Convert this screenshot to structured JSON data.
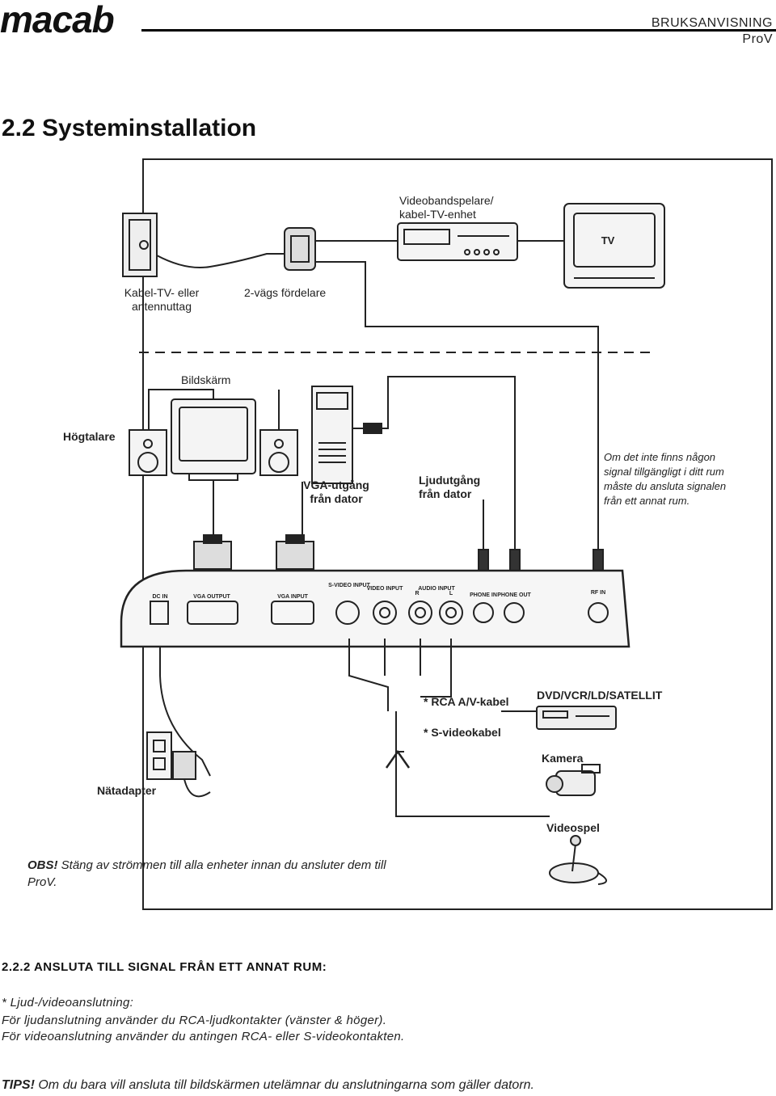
{
  "header": {
    "logo": "macab",
    "doc_type": "BRUKSANVISNING",
    "product": "ProV"
  },
  "page_title": "2.2 Systeminstallation",
  "diagram": {
    "labels": {
      "wall_outlet": [
        "Kabel-TV- eller",
        "antennuttag"
      ],
      "splitter": "2-vägs fördelare",
      "vcr": [
        "Videobandspelare/",
        "kabel-TV-enhet"
      ],
      "tv": "TV",
      "monitor": "Bildskärm",
      "speakers": "Högtalare",
      "vga_out": [
        "VGA-utgång",
        "från dator"
      ],
      "audio_out": [
        "Ljudutgång",
        "från dator"
      ],
      "rca_cable": "* RCA A/V-kabel",
      "svideo_cable": "* S-videokabel",
      "dvd": "DVD/VCR/LD/SATELLIT",
      "camera": "Kamera",
      "adapter": "Nätadapter",
      "gamepad": "Videospel"
    },
    "ports": [
      "DC IN",
      "VGA OUTPUT",
      "VGA INPUT",
      "S-VIDEO INPUT",
      "VIDEO INPUT",
      "R",
      "AUDIO INPUT",
      "L",
      "PHONE IN",
      "PHONE OUT",
      "RF IN"
    ],
    "note": "Om det inte finns någon signal tillgängligt i ditt rum måste du ansluta signalen från ett annat rum.",
    "obs_label": "OBS!",
    "obs_text": "Stäng av strömmen till alla enheter innan du ansluter dem till ProV."
  },
  "section": {
    "heading": "2.2.2 ANSLUTA TILL SIGNAL FRÅN ETT ANNAT RUM:",
    "lines": [
      "* Ljud-/videoanslutning:",
      "För ljudanslutning använder du RCA-ljudkontakter (vänster & höger).",
      "För videoanslutning använder du antingen RCA- eller S-videokontakten."
    ]
  },
  "tips": {
    "label": "TIPS!",
    "text": "Om du bara vill ansluta till bildskärmen utelämnar du anslutningarna som gäller datorn."
  }
}
